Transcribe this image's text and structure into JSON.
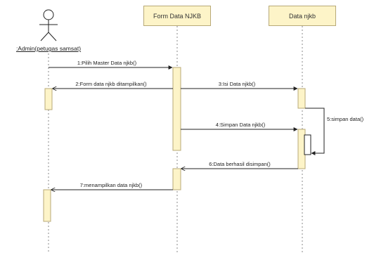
{
  "actor": {
    "label": ":Admin(petugas samsat)"
  },
  "lifelines": [
    {
      "label": "Form Data NJKB"
    },
    {
      "label": "Data njkb"
    }
  ],
  "messages": [
    {
      "label": "1:Pilih Master Data njkb()"
    },
    {
      "label": "2:Form data njkb ditampilkan()"
    },
    {
      "label": "3:Isi Data njkb()"
    },
    {
      "label": "4:Simpan Data njkb()"
    },
    {
      "label": "5:simpan data()"
    },
    {
      "label": "6:Data berhasil disimpan()"
    },
    {
      "label": "7:menampilkan data njkb()"
    }
  ]
}
